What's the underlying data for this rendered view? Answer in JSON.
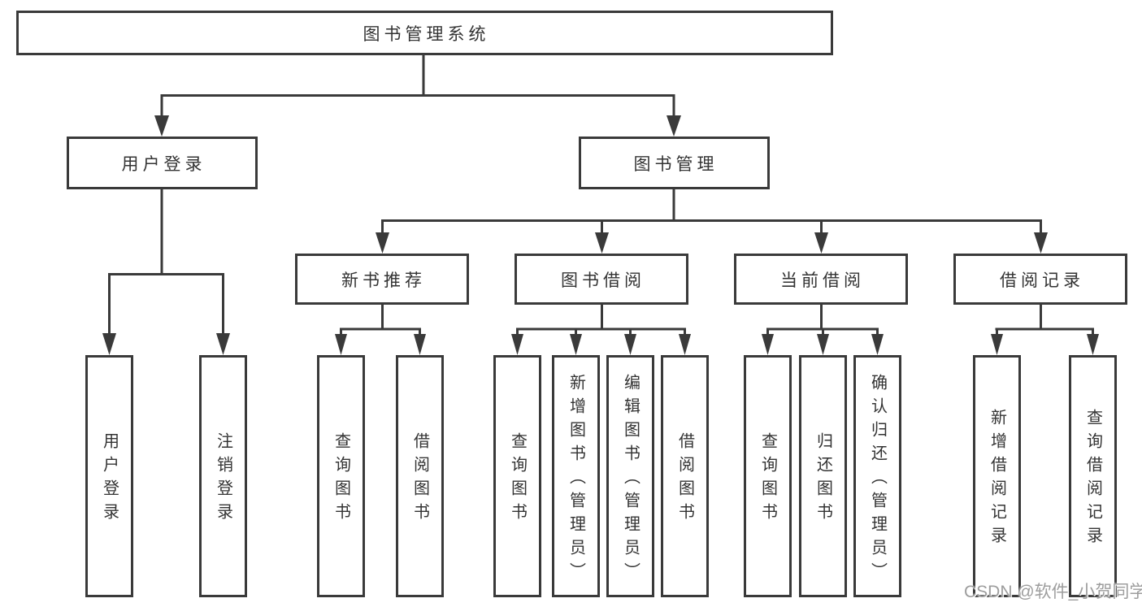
{
  "diagram": {
    "type": "hierarchy-diagram",
    "watermark_text": "CSDN @软件_小贺同学",
    "colors": {
      "line": "#3a3a3a",
      "text": "#333333",
      "watermark": "#9d9d9d",
      "background": "#ffffff"
    }
  },
  "tree": {
    "root": {
      "label": "图书管理系统"
    },
    "children": [
      {
        "label": "用户登录",
        "children": [
          {
            "label": "用户登录"
          },
          {
            "label": "注销登录"
          }
        ]
      },
      {
        "label": "图书管理",
        "children": [
          {
            "label": "新书推荐",
            "children": [
              {
                "label": "查询图书"
              },
              {
                "label": "借阅图书"
              }
            ]
          },
          {
            "label": "图书借阅",
            "children": [
              {
                "label": "查询图书"
              },
              {
                "label": "新增图书（管理员）"
              },
              {
                "label": "编辑图书（管理员）"
              },
              {
                "label": "借阅图书"
              }
            ]
          },
          {
            "label": "当前借阅",
            "children": [
              {
                "label": "查询图书"
              },
              {
                "label": "归还图书"
              },
              {
                "label": "确认归还（管理员）"
              }
            ]
          },
          {
            "label": "借阅记录",
            "children": [
              {
                "label": "新增借阅记录"
              },
              {
                "label": "查询借阅记录"
              }
            ]
          }
        ]
      }
    ]
  }
}
